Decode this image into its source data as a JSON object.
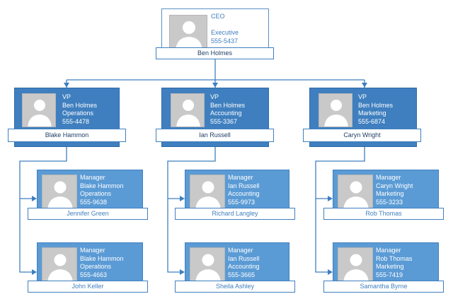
{
  "ceo": {
    "name": "Ben Holmes",
    "title": "CEO",
    "department": "Executive",
    "phone": "555-5437"
  },
  "vps": [
    {
      "name": "Blake Hammon",
      "title": "VP",
      "manager": "Ben Holmes",
      "department": "Operations",
      "phone": "555-4478"
    },
    {
      "name": "Ian Russell",
      "title": "VP",
      "manager": "Ben Holmes",
      "department": "Accounting",
      "phone": "555-3367"
    },
    {
      "name": "Caryn Wright",
      "title": "VP",
      "manager": "Ben Holmes",
      "department": "Marketing",
      "phone": "555-6874"
    }
  ],
  "managers": [
    {
      "name": "Jennifer Green",
      "title": "Manager",
      "manager": "Blake Hammon",
      "department": "Operations",
      "phone": "555-9638"
    },
    {
      "name": "John Keller",
      "title": "Manager",
      "manager": "Blake Hammon",
      "department": "Operations",
      "phone": "555-4663"
    },
    {
      "name": "Richard Langley",
      "title": "Manager",
      "manager": "Ian Russell",
      "department": "Accounting",
      "phone": "555-9973"
    },
    {
      "name": "Sheila Ashley",
      "title": "Manager",
      "manager": "Ian Russell",
      "department": "Accounting",
      "phone": "555-3665"
    },
    {
      "name": "Rob Thomas",
      "title": "Manager",
      "manager": "Caryn Wright",
      "department": "Marketing",
      "phone": "555-3233"
    },
    {
      "name": "Samantha Byrne",
      "title": "Manager",
      "manager": "Rob Thomas",
      "department": "Marketing",
      "phone": "555-7419"
    }
  ],
  "colors": {
    "vp_fill": "#3f7fbf",
    "manager_fill": "#5b9bd5",
    "connector": "#3f7fbf",
    "photo_placeholder": "#c9c9c9"
  }
}
